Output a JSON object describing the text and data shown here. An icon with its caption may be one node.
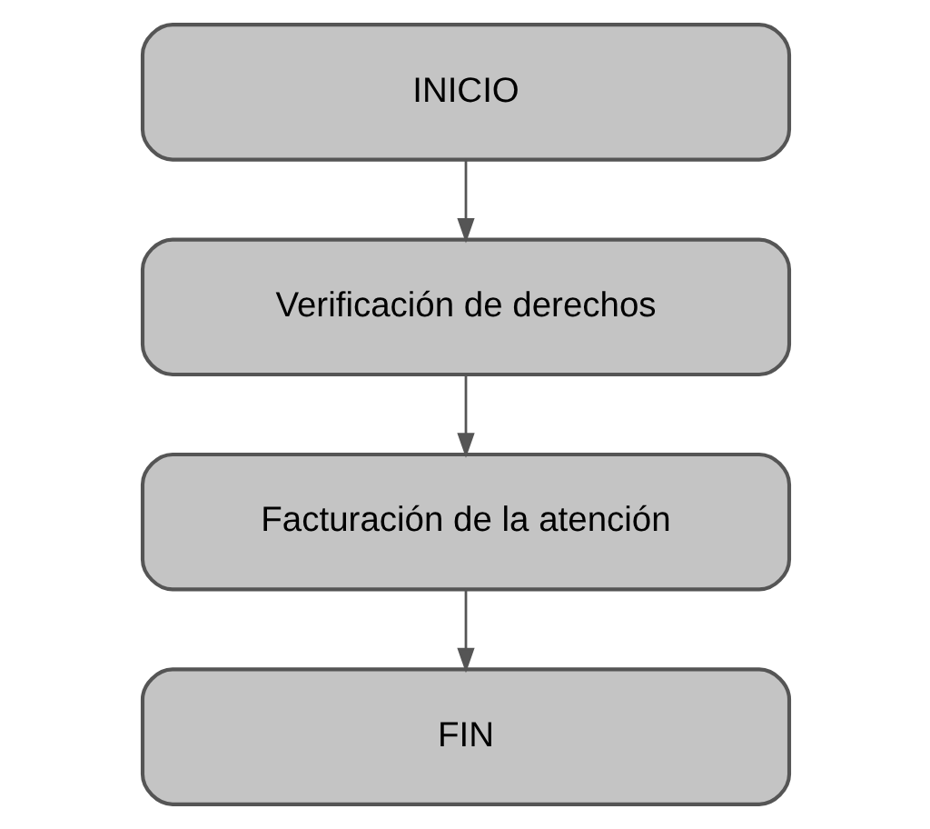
{
  "diagram": {
    "nodes": [
      {
        "text": [
          "INICIO"
        ]
      },
      {
        "text": [
          "Verificación de derechos"
        ]
      },
      {
        "text": [
          "Facturación de la atención"
        ]
      },
      {
        "text": [
          "FIN"
        ]
      }
    ],
    "edges": [
      {
        "from": 0,
        "to": 1,
        "arrow": "to"
      },
      {
        "from": 1,
        "to": 2,
        "arrow": "to"
      },
      {
        "from": 2,
        "to": 3,
        "arrow": "to"
      }
    ]
  }
}
